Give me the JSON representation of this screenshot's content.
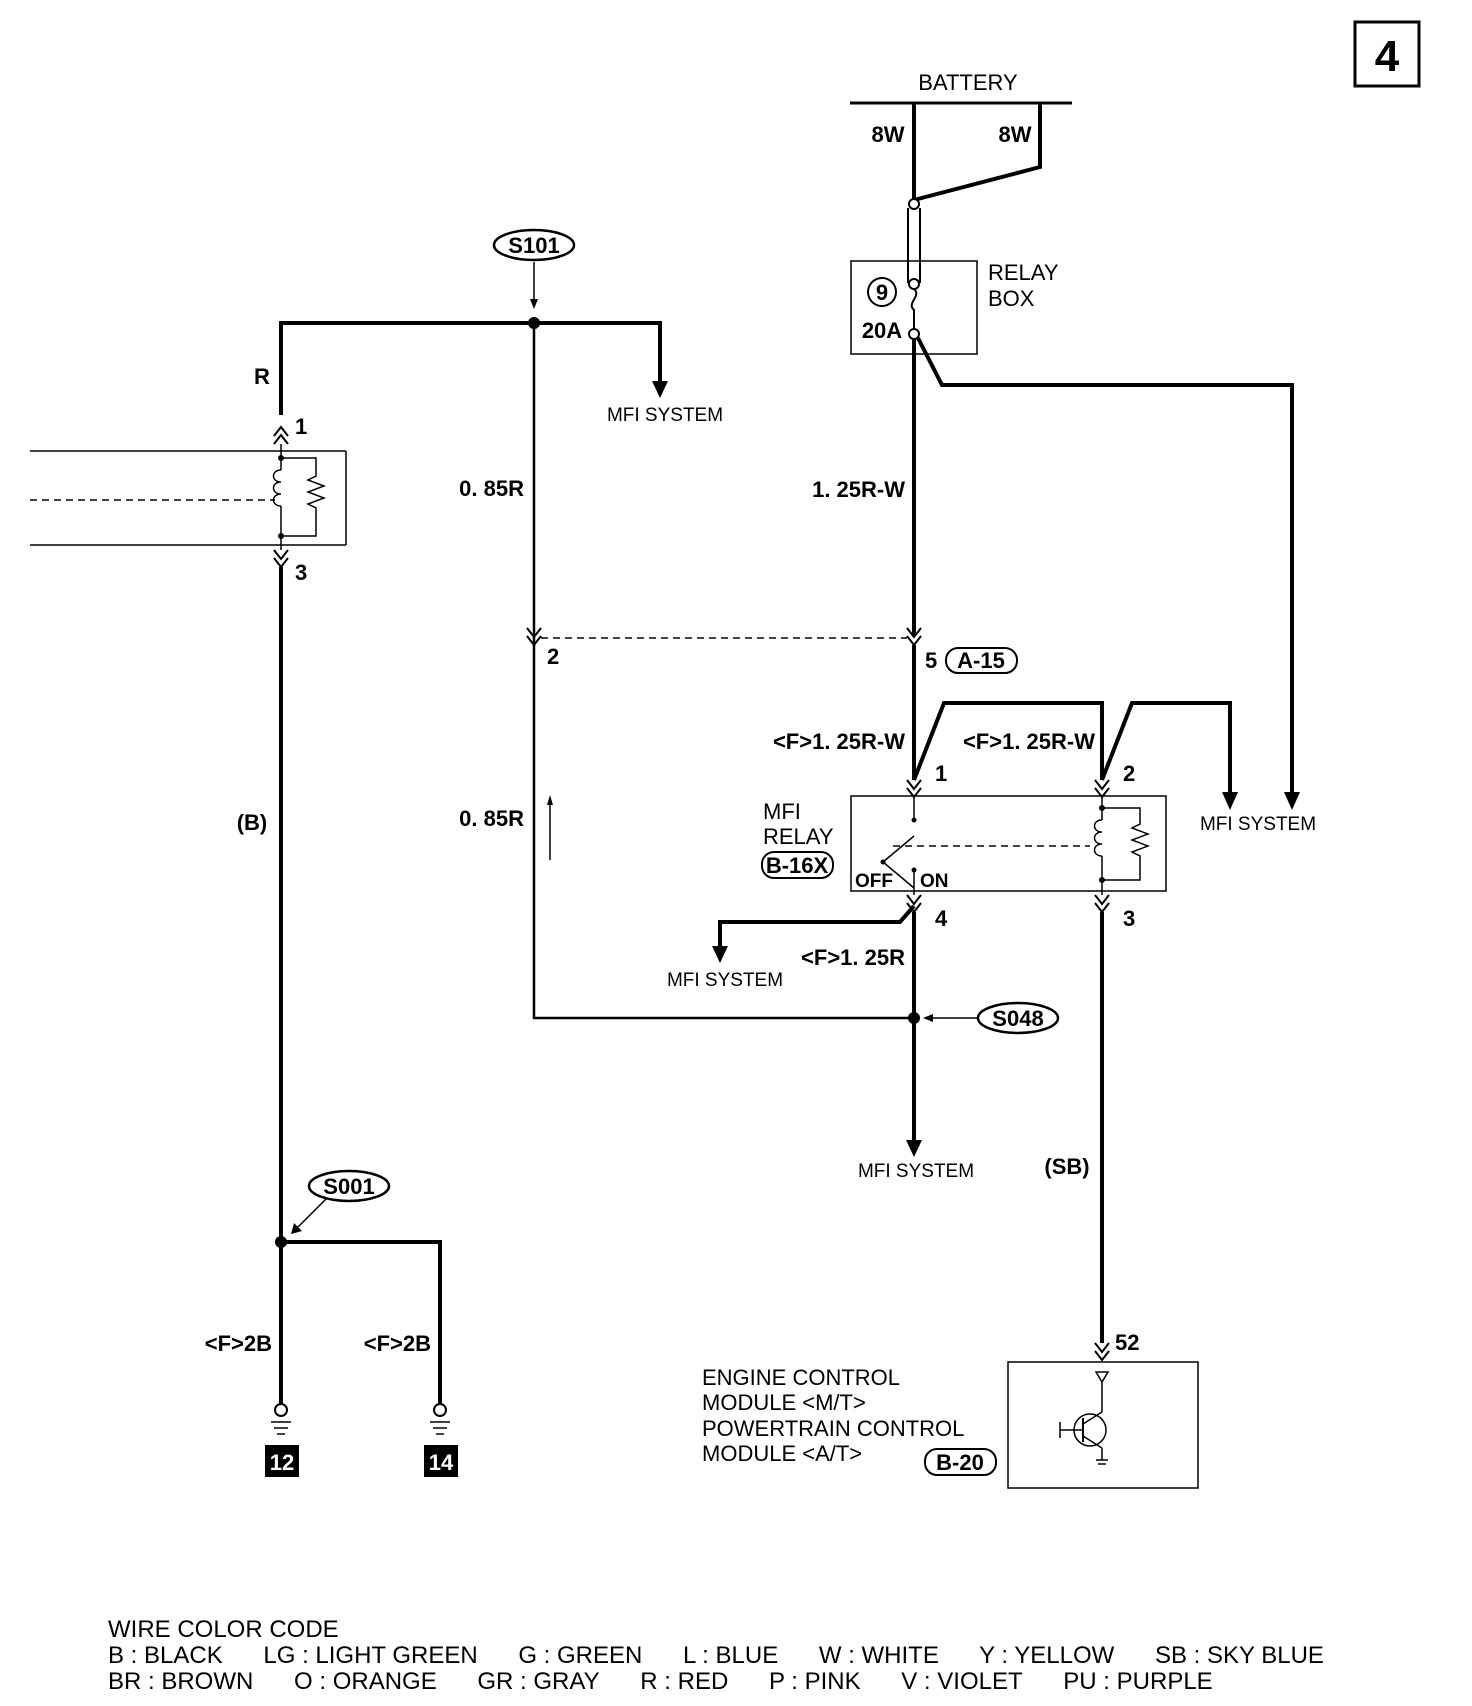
{
  "page_number": "4",
  "battery": {
    "label": "BATTERY",
    "wire_left": "8W",
    "wire_right": "8W"
  },
  "relay_box": {
    "label_line1": "RELAY",
    "label_line2": "BOX",
    "fuse_number": "9",
    "fuse_rating": "20A"
  },
  "splices": {
    "s101": "S101",
    "s048": "S048",
    "s001": "S001"
  },
  "wires": {
    "r": "R",
    "b": "(B)",
    "sb": "(SB)",
    "w085r_top": "0. 85R",
    "w085r_bottom": "0. 85R",
    "w125rw": "1. 25R-W",
    "f125rw_1": "<F>1. 25R-W",
    "f125rw_2": "<F>1. 25R-W",
    "f125r": "<F>1. 25R",
    "f2b_left": "<F>2B",
    "f2b_right": "<F>2B"
  },
  "connector": {
    "name": "A-15",
    "pin_left": "2",
    "pin_right": "5"
  },
  "component_left": {
    "pin_top": "1",
    "pin_bottom": "3"
  },
  "mfi_relay": {
    "label_line1": "MFI",
    "label_line2": "RELAY",
    "connector": "B-16X",
    "off": "OFF",
    "on": "ON",
    "pin1": "1",
    "pin2": "2",
    "pin3": "3",
    "pin4": "4"
  },
  "mfi_system_labels": [
    "MFI SYSTEM",
    "MFI SYSTEM",
    "MFI SYSTEM",
    "MFI SYSTEM"
  ],
  "ecm": {
    "line1": "ENGINE CONTROL",
    "line2": "MODULE <M/T>",
    "line3": "POWERTRAIN CONTROL",
    "line4": "MODULE <A/T>",
    "connector": "B-20",
    "pin": "52"
  },
  "grounds": [
    "12",
    "14"
  ],
  "wire_color_code": {
    "title": "WIRE COLOR CODE",
    "row1": [
      "B : BLACK",
      "LG : LIGHT GREEN",
      "G : GREEN",
      "L : BLUE",
      "W : WHITE",
      "Y : YELLOW",
      "SB : SKY BLUE"
    ],
    "row2": [
      "BR : BROWN",
      "O : ORANGE",
      "GR : GRAY",
      "R : RED",
      "P : PINK",
      "V : VIOLET",
      "PU : PURPLE"
    ]
  }
}
